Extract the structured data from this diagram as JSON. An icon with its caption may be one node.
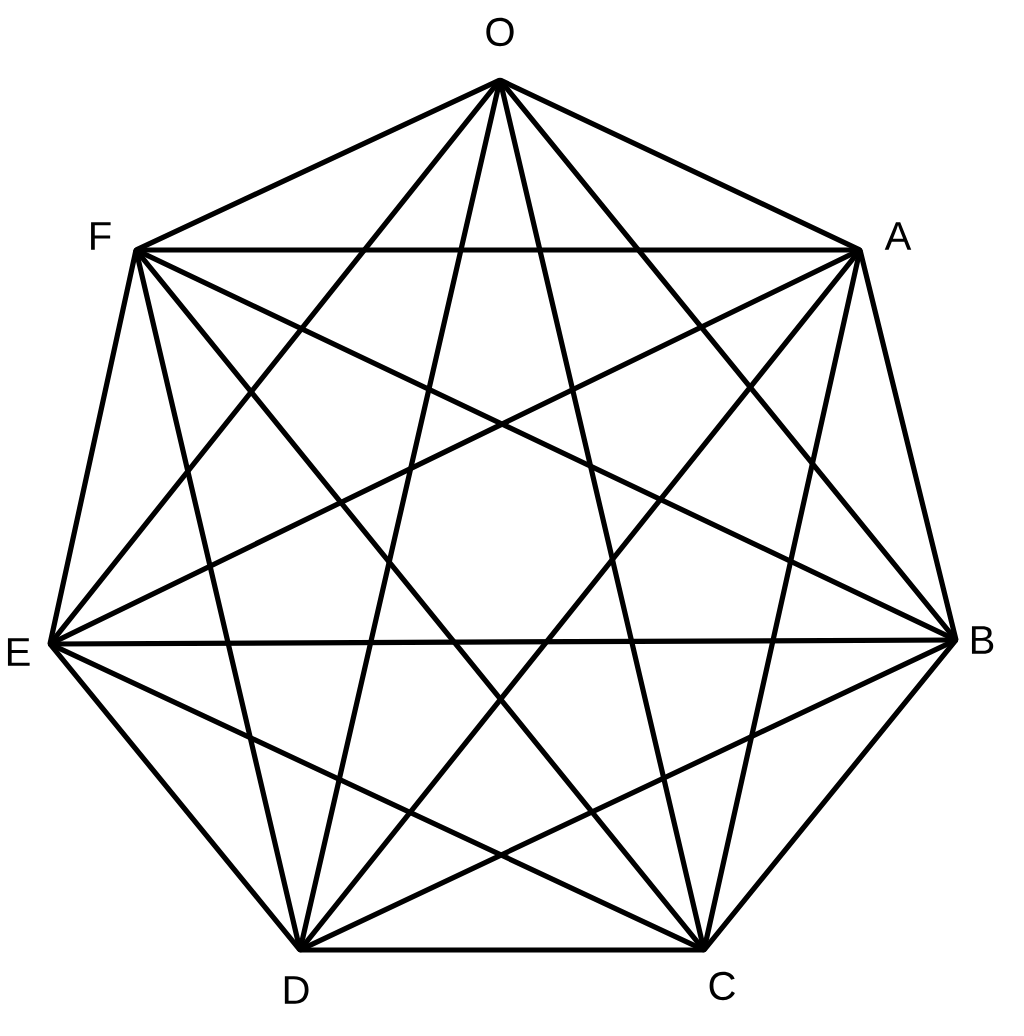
{
  "diagram": {
    "nodes": [
      {
        "text": [],
        "shape": "point",
        "beside": [
          "O"
        ]
      },
      {
        "text": [],
        "shape": "point",
        "beside": [
          "A"
        ]
      },
      {
        "text": [],
        "shape": "point",
        "beside": [
          "B"
        ]
      },
      {
        "text": [],
        "shape": "point",
        "beside": [
          "C"
        ]
      },
      {
        "text": [],
        "shape": "point",
        "beside": [
          "D"
        ]
      },
      {
        "text": [],
        "shape": "point",
        "beside": [
          "E"
        ]
      },
      {
        "text": [],
        "shape": "point",
        "beside": [
          "F"
        ]
      }
    ],
    "edges": [
      {
        "from": 0,
        "to": 1,
        "arrow": "none"
      },
      {
        "from": 0,
        "to": 2,
        "arrow": "none"
      },
      {
        "from": 0,
        "to": 3,
        "arrow": "none"
      },
      {
        "from": 0,
        "to": 4,
        "arrow": "none"
      },
      {
        "from": 0,
        "to": 5,
        "arrow": "none"
      },
      {
        "from": 0,
        "to": 6,
        "arrow": "none"
      },
      {
        "from": 1,
        "to": 2,
        "arrow": "none"
      },
      {
        "from": 1,
        "to": 3,
        "arrow": "none"
      },
      {
        "from": 1,
        "to": 4,
        "arrow": "none"
      },
      {
        "from": 1,
        "to": 5,
        "arrow": "none"
      },
      {
        "from": 1,
        "to": 6,
        "arrow": "none"
      },
      {
        "from": 2,
        "to": 3,
        "arrow": "none"
      },
      {
        "from": 2,
        "to": 4,
        "arrow": "none"
      },
      {
        "from": 2,
        "to": 5,
        "arrow": "none"
      },
      {
        "from": 2,
        "to": 6,
        "arrow": "none"
      },
      {
        "from": 3,
        "to": 4,
        "arrow": "none"
      },
      {
        "from": 3,
        "to": 5,
        "arrow": "none"
      },
      {
        "from": 3,
        "to": 6,
        "arrow": "none"
      },
      {
        "from": 4,
        "to": 5,
        "arrow": "none"
      },
      {
        "from": 4,
        "to": 6,
        "arrow": "none"
      },
      {
        "from": 5,
        "to": 6,
        "arrow": "none"
      }
    ]
  }
}
